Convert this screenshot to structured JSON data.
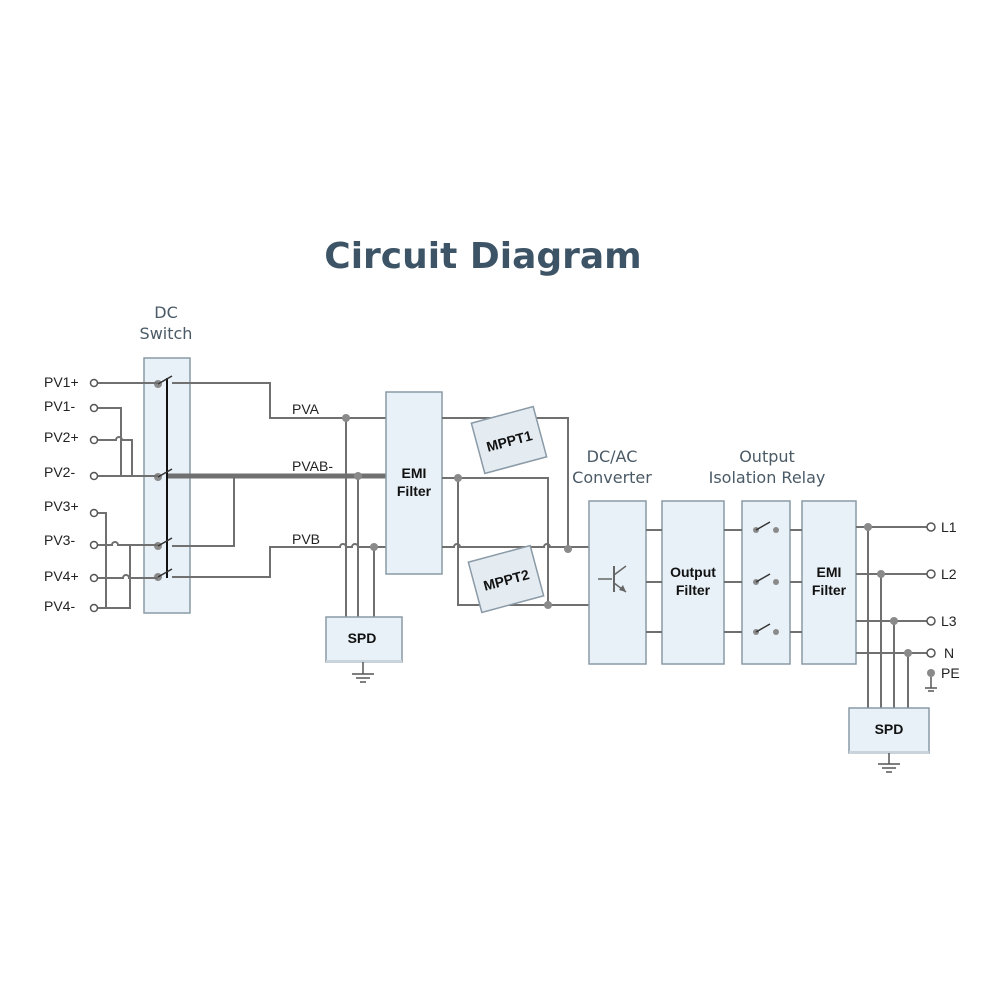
{
  "title": "Circuit Diagram",
  "dc_switch": {
    "line1": "DC",
    "line2": "Switch"
  },
  "pv_inputs": [
    "PV1+",
    "PV1-",
    "PV2+",
    "PV2-",
    "PV3+",
    "PV3-",
    "PV4+",
    "PV4-"
  ],
  "dc_buses": [
    "PVA",
    "PVAB-",
    "PVB"
  ],
  "spd_dc": "SPD",
  "emi_filter_dc": {
    "line1": "EMI",
    "line2": "Filter"
  },
  "mppt": [
    "MPPT1",
    "MPPT2"
  ],
  "dcac_converter": {
    "line1": "DC/AC",
    "line2": "Converter"
  },
  "output_filter": {
    "line1": "Output",
    "line2": "Filter"
  },
  "output_relay": {
    "line1": "Output",
    "line2": "Isolation Relay"
  },
  "emi_filter_ac": {
    "line1": "EMI",
    "line2": "Filter"
  },
  "ac_outputs": [
    "L1",
    "L2",
    "L3",
    "N",
    "PE"
  ],
  "spd_ac": "SPD",
  "colors": {
    "title": "#3d5466",
    "box_fill": "#e8f1f7",
    "box_border": "#8a9aa6",
    "wire": "#707070"
  }
}
